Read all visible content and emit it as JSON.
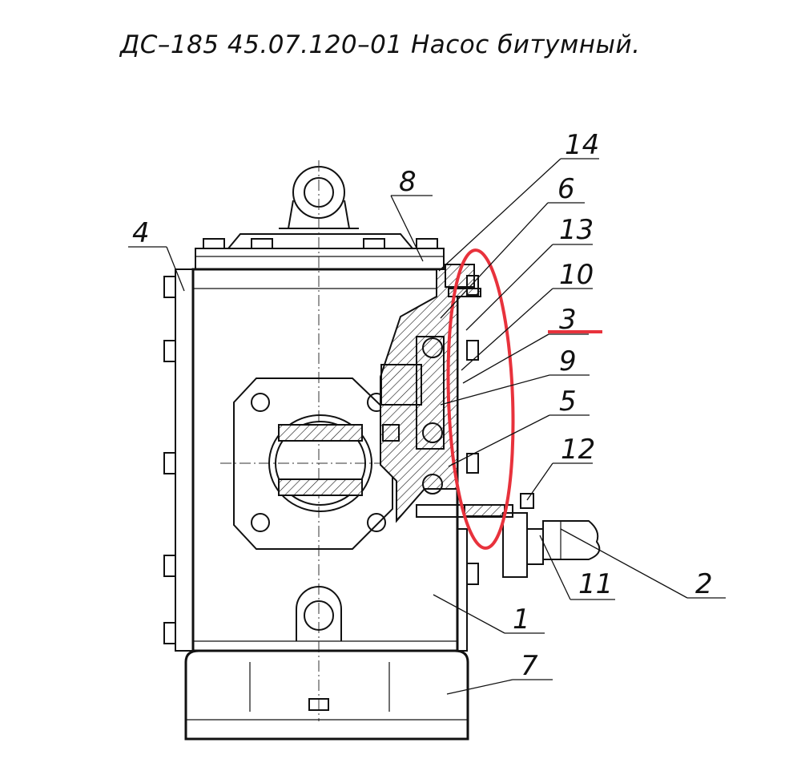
{
  "title": "ДС–185 45.07.120–01 Насос битумный.",
  "parts": [
    "14",
    "8",
    "6",
    "4",
    "13",
    "10",
    "3",
    "9",
    "5",
    "12",
    "2",
    "11",
    "1",
    "7"
  ],
  "highlight_color": "#e8323c",
  "line_color": "#111111"
}
